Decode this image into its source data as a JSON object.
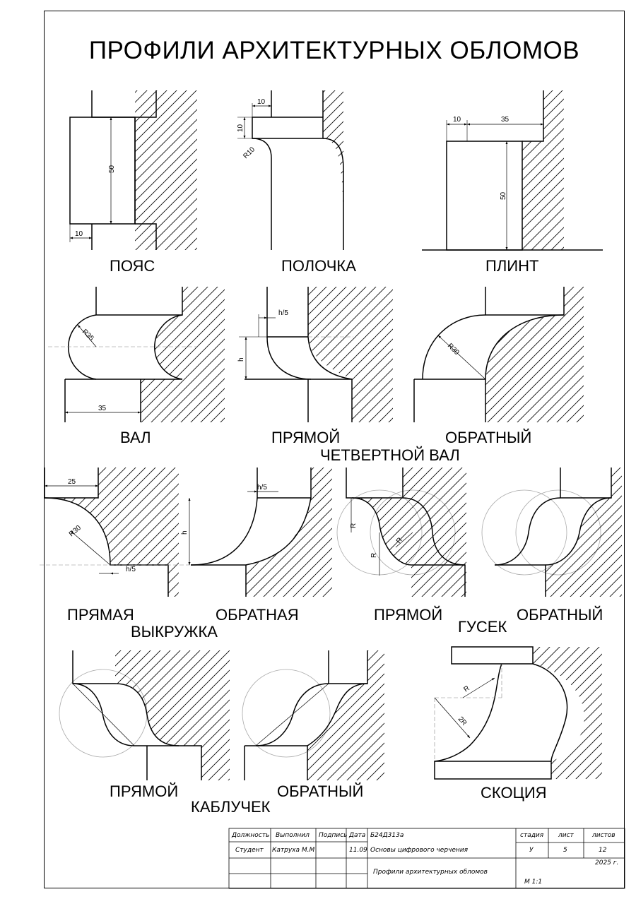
{
  "title": "ПРОФИЛИ АРХИТЕКТУРНЫХ ОБЛОМОВ",
  "labels": {
    "poyas": "ПОЯС",
    "polochka": "ПОЛОЧКА",
    "plint": "ПЛИНТ",
    "val": "ВАЛ",
    "pryamoy1": "ПРЯМОЙ",
    "chetvertnoy_val": "ЧЕТВЕРТНОЙ ВАЛ",
    "obratny1": "ОБРАТНЫЙ",
    "pryamaya": "ПРЯМАЯ",
    "vykruzhka": "ВЫКРУЖКА",
    "obratnaya": "ОБРАТНАЯ",
    "pryamoy2": "ПРЯМОЙ",
    "gusek": "ГУСЕК",
    "obratny2": "ОБРАТНЫЙ",
    "pryamoy3": "ПРЯМОЙ",
    "kabluchek": "КАБЛУЧЕК",
    "obratny3": "ОБРАТНЫЙ",
    "skotsiya": "СКОЦИЯ"
  },
  "dims": {
    "d10": "10",
    "d50": "50",
    "d35": "35",
    "r10": "R10",
    "r35": "R35",
    "r30": "R30",
    "d25": "25",
    "h5": "h/5",
    "h": "h",
    "r": "R",
    "r2": "2R"
  },
  "title_block": {
    "h_dolzhnost": "Должность",
    "h_vypolnil": "Выполнил",
    "h_podpis": "Подпись",
    "h_data": "Дата",
    "role": "Студент",
    "author": "Катруха М.М",
    "date": "11.09",
    "code": "Б24Д313а",
    "course": "Основы цифрового черчения",
    "doc_title": "Профили архитектурных обломов",
    "h_stadiya": "стадия",
    "h_list": "лист",
    "h_listov": "листов",
    "stadiya": "У",
    "list": "5",
    "listov": "12",
    "year": "2025 г.",
    "scale": "М 1:1"
  }
}
